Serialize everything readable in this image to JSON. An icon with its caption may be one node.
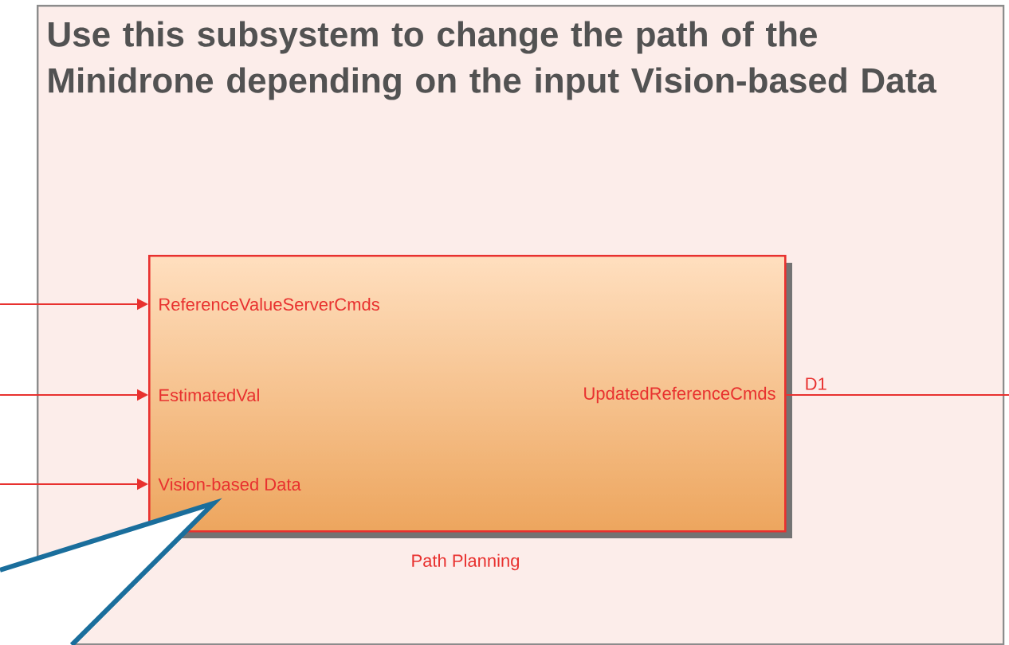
{
  "diagram": {
    "nodes": [
      {
        "text": [
          "Use this subsystem to change the path of the Minidrone depending on the input Vision-based Data"
        ]
      },
      {
        "text": [
          "ReferenceValueServerCmds",
          "EstimatedVal",
          "Vision-based Data",
          "UpdatedReferenceCmds"
        ],
        "beside": [
          "Path Planning"
        ],
        "in": 0
      }
    ],
    "edges": [
      {
        "from": null,
        "to": 1,
        "arrow": "to"
      },
      {
        "from": null,
        "to": 1,
        "arrow": "to"
      },
      {
        "from": null,
        "to": 1,
        "arrow": "to"
      },
      {
        "from": 1,
        "to": null,
        "arrow": "none",
        "label": "D1"
      }
    ]
  }
}
